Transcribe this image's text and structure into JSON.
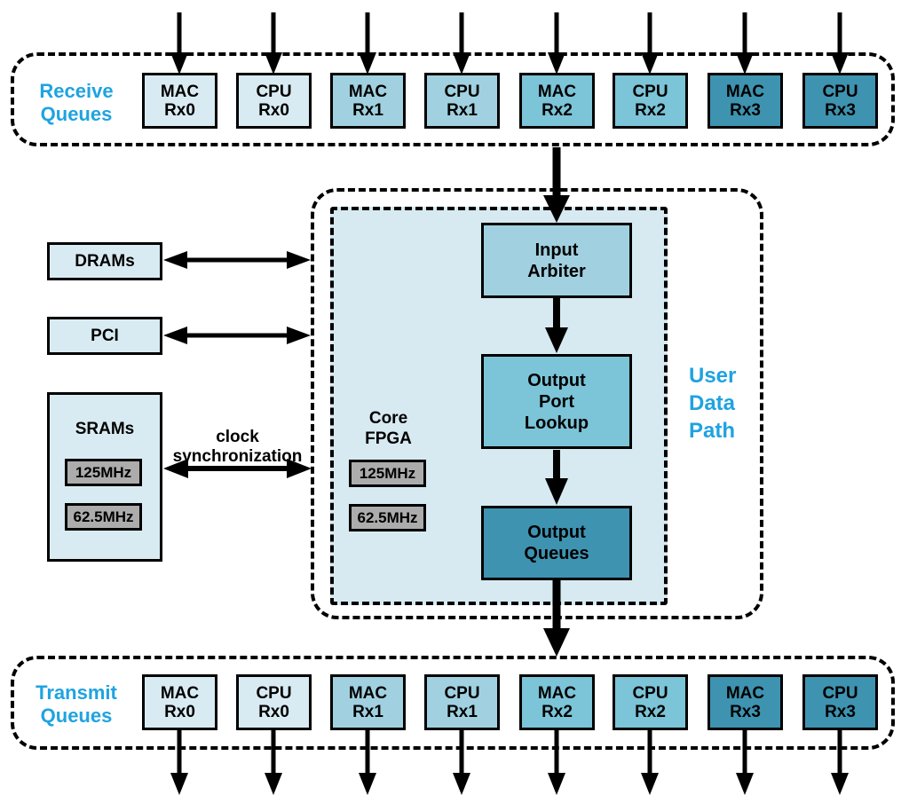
{
  "palette": {
    "accent_cyan": "#1fa3e0",
    "queue_shade_rx0": "#d9ebf2",
    "queue_shade_rx1": "#a1d1e0",
    "queue_shade_rx2": "#7cc4d8",
    "queue_shade_rx3": "#3e93b0",
    "core_fpga_fill": "#d7eaf1",
    "clock_box_gray": "#acacac",
    "line_color": "#000000"
  },
  "receive_queues": {
    "label_line1": "Receive",
    "label_line2": "Queues",
    "items": [
      {
        "line1": "MAC",
        "line2": "Rx0"
      },
      {
        "line1": "CPU",
        "line2": "Rx0"
      },
      {
        "line1": "MAC",
        "line2": "Rx1"
      },
      {
        "line1": "CPU",
        "line2": "Rx1"
      },
      {
        "line1": "MAC",
        "line2": "Rx2"
      },
      {
        "line1": "CPU",
        "line2": "Rx2"
      },
      {
        "line1": "MAC",
        "line2": "Rx3"
      },
      {
        "line1": "CPU",
        "line2": "Rx3"
      }
    ]
  },
  "transmit_queues": {
    "label_line1": "Transmit",
    "label_line2": "Queues",
    "items": [
      {
        "line1": "MAC",
        "line2": "Rx0"
      },
      {
        "line1": "CPU",
        "line2": "Rx0"
      },
      {
        "line1": "MAC",
        "line2": "Rx1"
      },
      {
        "line1": "CPU",
        "line2": "Rx1"
      },
      {
        "line1": "MAC",
        "line2": "Rx2"
      },
      {
        "line1": "CPU",
        "line2": "Rx2"
      },
      {
        "line1": "MAC",
        "line2": "Rx3"
      },
      {
        "line1": "CPU",
        "line2": "Rx3"
      }
    ]
  },
  "left_devices": {
    "dram_label": "DRAMs",
    "pci_label": "PCI",
    "sram_label": "SRAMs",
    "sram_clocks": [
      "125MHz",
      "62.5MHz"
    ],
    "clock_sync_line1": "clock",
    "clock_sync_line2": "synchronization"
  },
  "user_data_path": {
    "label_line1": "User",
    "label_line2": "Data",
    "label_line3": "Path",
    "core_fpga_line1": "Core",
    "core_fpga_line2": "FPGA",
    "core_clocks": [
      "125MHz",
      "62.5MHz"
    ],
    "blocks": [
      {
        "line1": "Input",
        "line2": "Arbiter",
        "line3": ""
      },
      {
        "line1": "Output",
        "line2": "Port",
        "line3": "Lookup"
      },
      {
        "line1": "Output",
        "line2": "Queues",
        "line3": ""
      }
    ]
  }
}
